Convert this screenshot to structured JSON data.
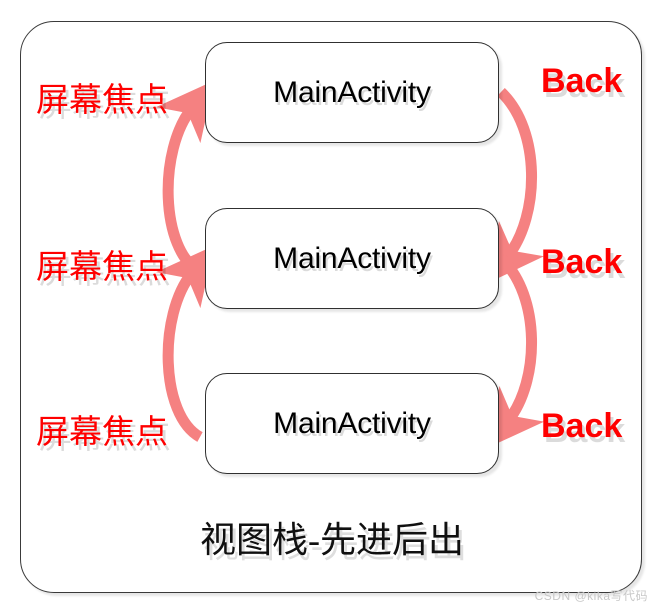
{
  "diagram": {
    "title_caption": "视图栈-先进后出",
    "watermark": "CSDN @kika写代码",
    "colors": {
      "arrow": "#f58181",
      "annotation_red": "#ff0000",
      "card_border": "#303030",
      "frame_border": "#3a3a3a",
      "background": "#ffffff",
      "watermark_gray": "#c8c8c8",
      "caption_text": "#101010"
    },
    "cards": [
      {
        "label": "MainActivity"
      },
      {
        "label": "MainActivity"
      },
      {
        "label": "MainActivity"
      }
    ],
    "left_annotations": [
      {
        "label": "屏幕焦点"
      },
      {
        "label": "屏幕焦点"
      },
      {
        "label": "屏幕焦点"
      }
    ],
    "right_annotations": [
      {
        "label": "Back"
      },
      {
        "label": "Back"
      },
      {
        "label": "Back"
      }
    ],
    "arrows": {
      "left_direction": "upward",
      "right_direction": "downward",
      "left_meaning": "屏幕焦点",
      "right_meaning": "Back",
      "count_left": 2,
      "count_right": 2
    }
  }
}
